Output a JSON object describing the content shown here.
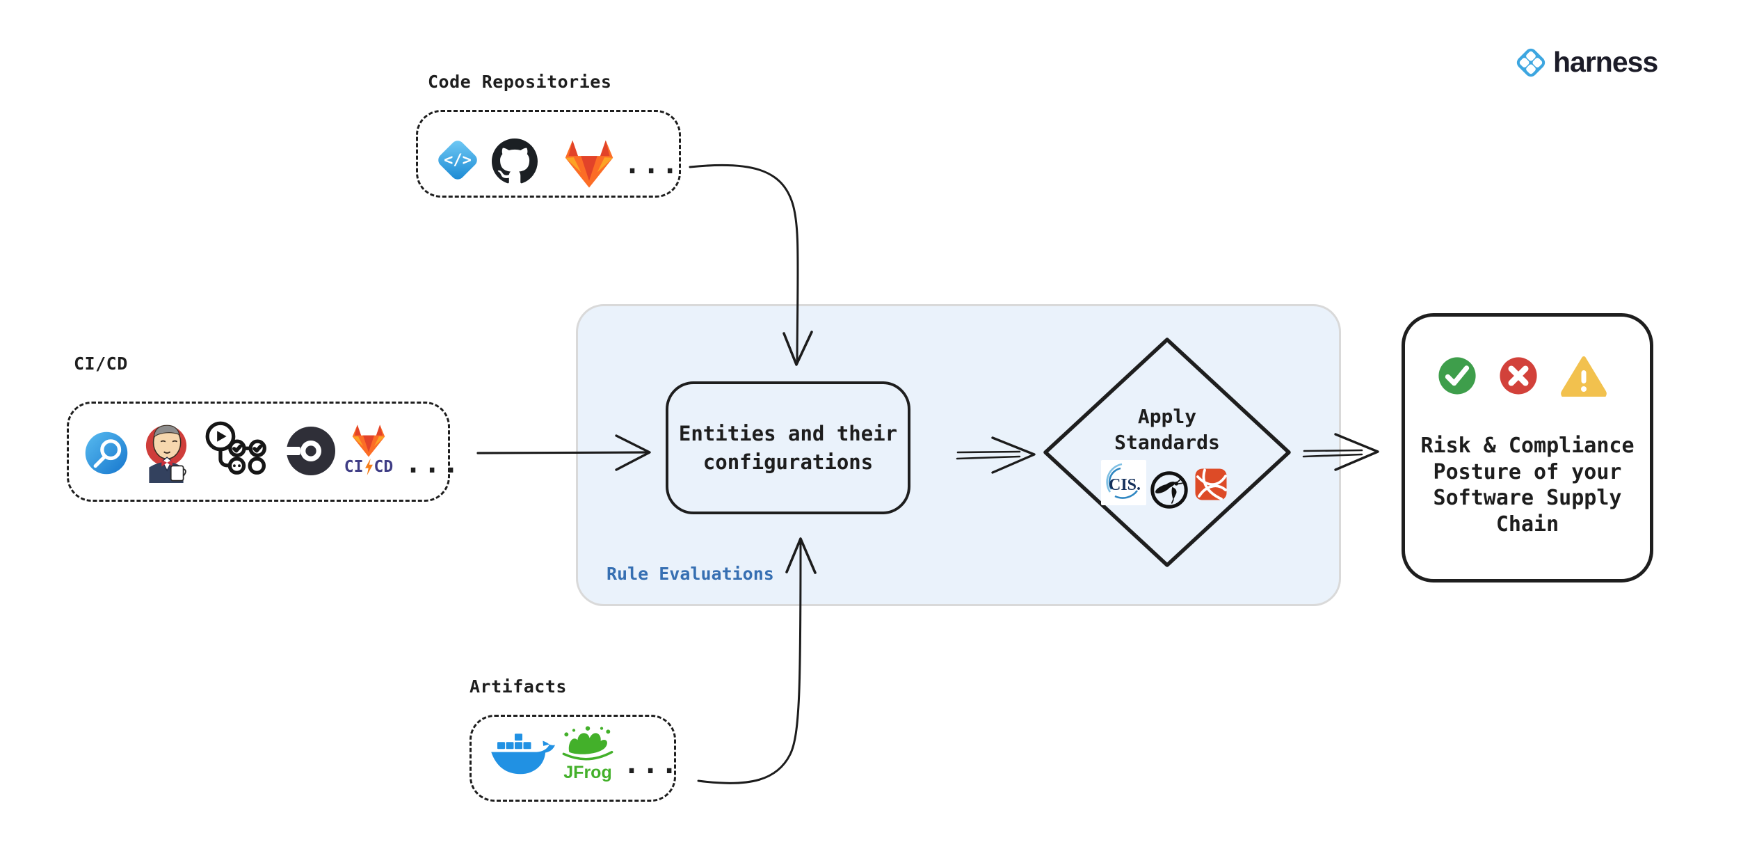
{
  "brand": {
    "wordmark": "harness"
  },
  "labels": {
    "code_repositories": "Code Repositories",
    "cicd": "CI/CD",
    "artifacts": "Artifacts"
  },
  "more": "...",
  "icons": {
    "code_glyph": "</>",
    "gitlab_cicd_left": "CI",
    "gitlab_cicd_right": "CD",
    "jfrog_text": "JFrog",
    "cis_text": "CIS."
  },
  "panel": {
    "label": "Rule Evaluations"
  },
  "entities_box": {
    "line1": "Entities and their",
    "line2": "configurations"
  },
  "diamond": {
    "line1": "Apply",
    "line2": "Standards"
  },
  "result_box": {
    "line1": "Risk & Compliance",
    "line2": "Posture of your",
    "line3": "Software Supply",
    "line4": "Chain"
  },
  "colors": {
    "panel_fill": "#eaf2fb",
    "panel_label": "#366fb2",
    "harness_blue": "#3da6e0",
    "stroke_dark": "#1e1e1e",
    "gitlab_orange": "#fc6d26",
    "gitlab_red": "#e24329",
    "gitlab_yellow": "#fca326",
    "docker_blue": "#2191e3",
    "jfrog_green": "#43b02a",
    "success_green": "#3e9e4b",
    "error_red": "#d2413a",
    "warning_yellow": "#f2c14e",
    "standards_orange": "#dd4b27",
    "cicd_text": "#3f3d85"
  }
}
